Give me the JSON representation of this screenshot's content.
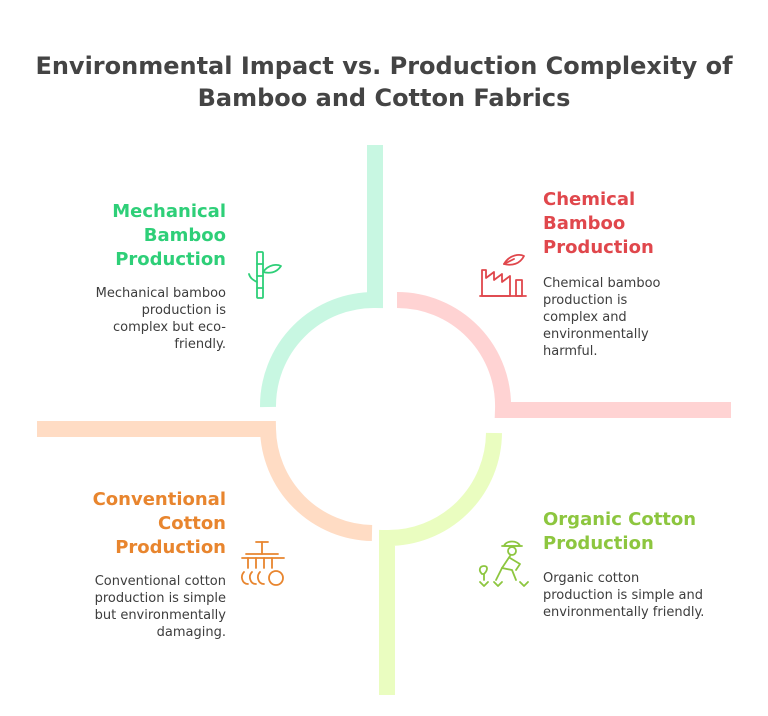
{
  "title": {
    "line1": "Environmental Impact vs. Production Complexity of",
    "line2": "Bamboo and Cotton Fabrics"
  },
  "colors": {
    "mechanical": "#2ecf78",
    "chemical": "#e0474c",
    "conventional": "#e8852e",
    "organic": "#8dc63f",
    "mechanical_band": "#c8f7e2",
    "chemical_band": "#ffd3d3",
    "conventional_band": "#ffdcc4",
    "organic_band": "#eafdc0"
  },
  "quadrants": {
    "mechanical": {
      "title_lines": [
        "Mechanical",
        "Bamboo",
        "Production"
      ],
      "desc_lines": [
        "Mechanical bamboo",
        "production is",
        "complex but eco-",
        "friendly."
      ],
      "icon": "bamboo-icon"
    },
    "chemical": {
      "title_lines": [
        "Chemical",
        "Bamboo",
        "Production"
      ],
      "desc_lines": [
        "Chemical bamboo",
        "production is",
        "complex and",
        "environmentally",
        "harmful."
      ],
      "icon": "factory-leaf-icon"
    },
    "conventional": {
      "title_lines": [
        "Conventional",
        "Cotton",
        "Production"
      ],
      "desc_lines": [
        "Conventional cotton",
        "production is simple",
        "but environmentally",
        "damaging."
      ],
      "icon": "harvester-icon"
    },
    "organic": {
      "title_lines": [
        "Organic Cotton",
        "Production"
      ],
      "desc_lines": [
        "Organic cotton",
        "production is simple and",
        "environmentally friendly."
      ],
      "icon": "farmer-icon"
    }
  }
}
